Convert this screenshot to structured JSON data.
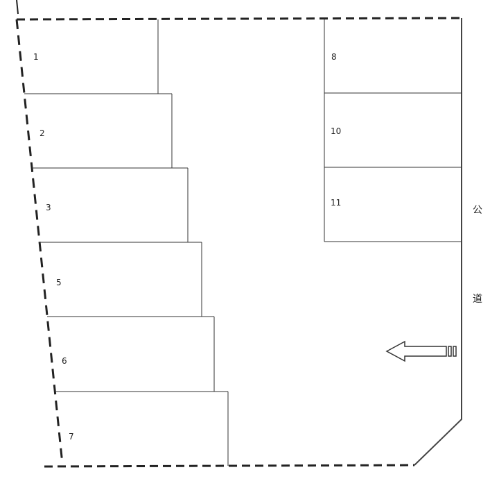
{
  "spaces": [
    {
      "label": "1"
    },
    {
      "label": "2"
    },
    {
      "label": "3"
    },
    {
      "label": "5"
    },
    {
      "label": "6"
    },
    {
      "label": "7"
    },
    {
      "label": "8"
    },
    {
      "label": "10"
    },
    {
      "label": "11"
    }
  ],
  "road": {
    "char1": "公",
    "char2": "道"
  },
  "entrance": {
    "icon": "arrow-left-icon",
    "direction": "left"
  }
}
